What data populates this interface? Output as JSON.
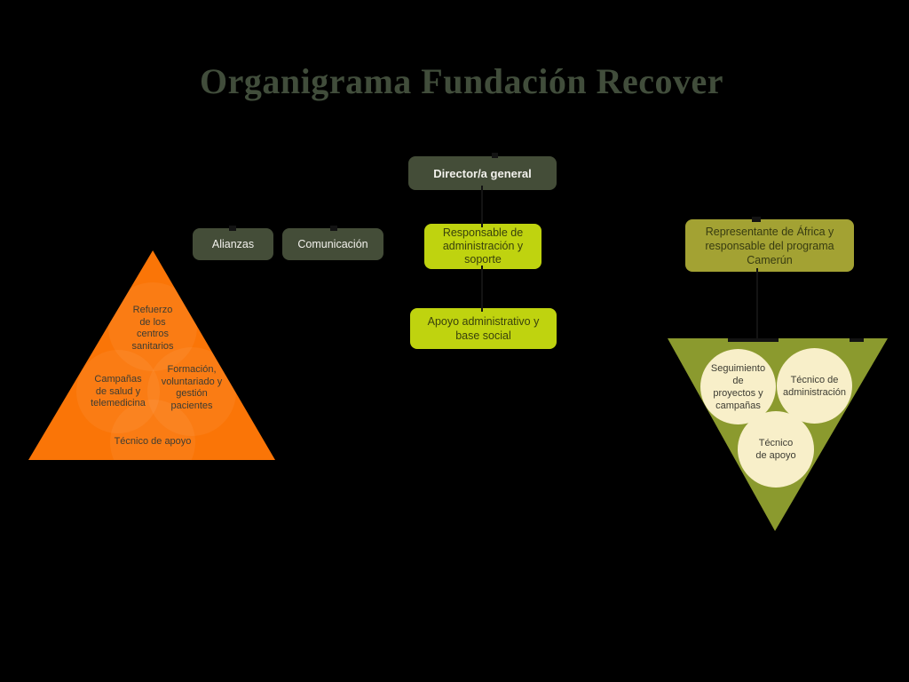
{
  "title": "Organigrama Fundación Recover",
  "colors": {
    "background": "#000000",
    "title_text": "#414d3b",
    "dark_box": "#444d38",
    "dark_box_text": "#f2f1ec",
    "lime_box": "#bfd30f",
    "olive_box": "#a3a233",
    "box_dark_text": "#39410c",
    "orange_triangle": "#fa7507",
    "olive_triangle": "#8b9a2e",
    "cream_circle": "#f8efc9"
  },
  "nodes": {
    "director": {
      "label": "Director/a general"
    },
    "alianzas": {
      "label": "Alianzas"
    },
    "comunicacion": {
      "label": "Comunicación"
    },
    "responsable": {
      "label": "Responsable de\nadministración y\nsoporte"
    },
    "representante": {
      "label": "Representante de África y\nresponsable del programa\nCamerún"
    },
    "apoyo": {
      "label": "Apoyo administrativo y\nbase social"
    }
  },
  "orange_triangle": {
    "items": [
      {
        "label": "Refuerzo\nde los\ncentros\nsanitarios"
      },
      {
        "label": "Campañas\nde salud y\ntelemedicina"
      },
      {
        "label": "Formación,\nvoluntariado y\ngestión\npacientes"
      },
      {
        "label": "Técnico de apoyo"
      }
    ]
  },
  "olive_triangle": {
    "circles": [
      {
        "label": "Seguimiento\nde\nproyectos y\ncampañas"
      },
      {
        "label": "Técnico de\nadministración"
      },
      {
        "label": "Técnico\nde apoyo"
      }
    ]
  }
}
